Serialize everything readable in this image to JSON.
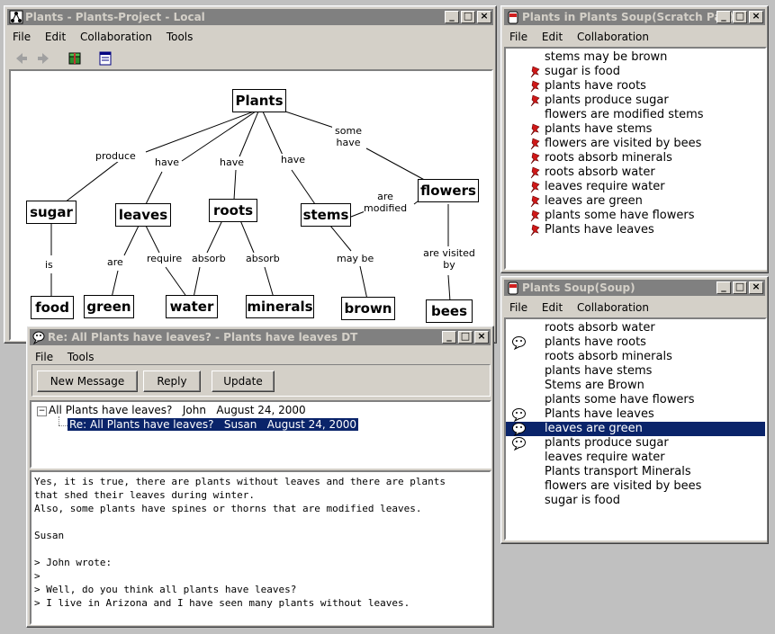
{
  "main_window": {
    "title": "Plants - Plants-Project - Local",
    "menus": [
      "File",
      "Edit",
      "Collaboration",
      "Tools"
    ],
    "toolbar": [
      "back-icon",
      "forward-icon",
      "package-icon",
      "document-icon"
    ]
  },
  "concept_map": {
    "nodes": {
      "plants": "Plants",
      "sugar": "sugar",
      "leaves": "leaves",
      "roots": "roots",
      "stems": "stems",
      "flowers": "flowers",
      "food": "food",
      "green": "green",
      "water": "water",
      "minerals": "minerals",
      "brown": "brown",
      "bees": "bees"
    },
    "links": {
      "produce": "produce",
      "have1": "have",
      "have2": "have",
      "have3": "have",
      "some_have": "some have",
      "is": "is",
      "are": "are",
      "require": "require",
      "absorb1": "absorb",
      "absorb2": "absorb",
      "may_be": "may be",
      "are_modified": "are modified",
      "are_visited_by": "are visited by"
    }
  },
  "scratch_window": {
    "title": "Plants in Plants Soup(Scratch Pad)",
    "menus": [
      "File",
      "Edit",
      "Collaboration"
    ],
    "items": [
      {
        "text": "stems may be brown",
        "icon": "none"
      },
      {
        "text": "sugar is food",
        "icon": "pin-icon"
      },
      {
        "text": "plants have roots",
        "icon": "pin-icon"
      },
      {
        "text": "plants produce sugar",
        "icon": "pin-icon"
      },
      {
        "text": "flowers are modified stems",
        "icon": "none"
      },
      {
        "text": "plants have stems",
        "icon": "pin-icon"
      },
      {
        "text": "flowers are visited by bees",
        "icon": "pin-icon"
      },
      {
        "text": "roots absorb minerals",
        "icon": "pin-icon"
      },
      {
        "text": "roots absorb water",
        "icon": "pin-icon"
      },
      {
        "text": "leaves require water",
        "icon": "pin-icon"
      },
      {
        "text": "leaves are green",
        "icon": "pin-icon"
      },
      {
        "text": "plants some have flowers",
        "icon": "pin-icon"
      },
      {
        "text": "Plants have leaves",
        "icon": "pin-icon"
      }
    ]
  },
  "soup_window": {
    "title": "Plants Soup(Soup)",
    "menus": [
      "File",
      "Edit",
      "Collaboration"
    ],
    "items": [
      {
        "text": "roots absorb water",
        "icon": "none"
      },
      {
        "text": "plants have roots",
        "icon": "discussion-icon"
      },
      {
        "text": "roots absorb minerals",
        "icon": "none"
      },
      {
        "text": "plants have stems",
        "icon": "none"
      },
      {
        "text": "Stems are Brown",
        "icon": "none"
      },
      {
        "text": "plants some have flowers",
        "icon": "none"
      },
      {
        "text": "Plants have leaves",
        "icon": "discussion-icon"
      },
      {
        "text": "leaves are green",
        "icon": "discussion-icon"
      },
      {
        "text": "plants produce sugar",
        "icon": "discussion-icon"
      },
      {
        "text": "leaves require water",
        "icon": "none"
      },
      {
        "text": "Plants transport Minerals",
        "icon": "none"
      },
      {
        "text": "flowers are visited by bees",
        "icon": "none"
      },
      {
        "text": "sugar is food",
        "icon": "none"
      }
    ],
    "selected_index": 7
  },
  "discussion_window": {
    "title": "Re: All Plants have leaves? - Plants have leaves DT",
    "menus": [
      "File",
      "Tools"
    ],
    "buttons": {
      "new_message": "New Message",
      "reply": "Reply",
      "update": "Update"
    },
    "threads": [
      {
        "text": "All Plants have leaves?   John   August 24, 2000"
      },
      {
        "text": "Re: All Plants have leaves?   Susan   August 24, 2000"
      }
    ],
    "message": "Yes, it is true, there are plants without leaves and there are plants\nthat shed their leaves during winter.\nAlso, some plants have spines or thorns that are modified leaves.\n\nSusan\n\n> John wrote:\n>\n> Well, do you think all plants have leaves?\n> I live in Arizona and I have seen many plants without leaves."
  }
}
